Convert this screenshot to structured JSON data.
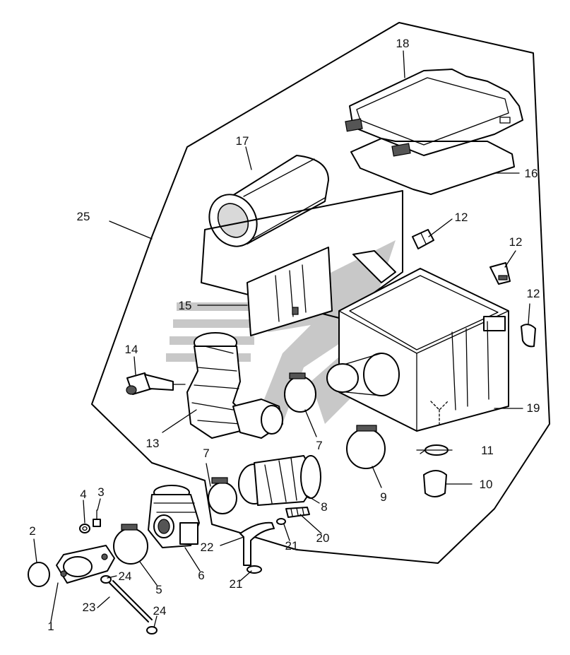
{
  "callouts": [
    {
      "label": "18"
    },
    {
      "label": "17"
    },
    {
      "label": "16"
    },
    {
      "label": "25"
    },
    {
      "label": "12"
    },
    {
      "label": "12"
    },
    {
      "label": "12"
    },
    {
      "label": "15"
    },
    {
      "label": "14"
    },
    {
      "label": "19"
    },
    {
      "label": "13"
    },
    {
      "label": "7"
    },
    {
      "label": "7"
    },
    {
      "label": "11"
    },
    {
      "label": "10"
    },
    {
      "label": "9"
    },
    {
      "label": "8"
    },
    {
      "label": "4"
    },
    {
      "label": "3"
    },
    {
      "label": "2"
    },
    {
      "label": "20"
    },
    {
      "label": "21"
    },
    {
      "label": "22"
    },
    {
      "label": "6"
    },
    {
      "label": "24"
    },
    {
      "label": "5"
    },
    {
      "label": "21"
    },
    {
      "label": "23"
    },
    {
      "label": "24"
    },
    {
      "label": "1"
    }
  ]
}
